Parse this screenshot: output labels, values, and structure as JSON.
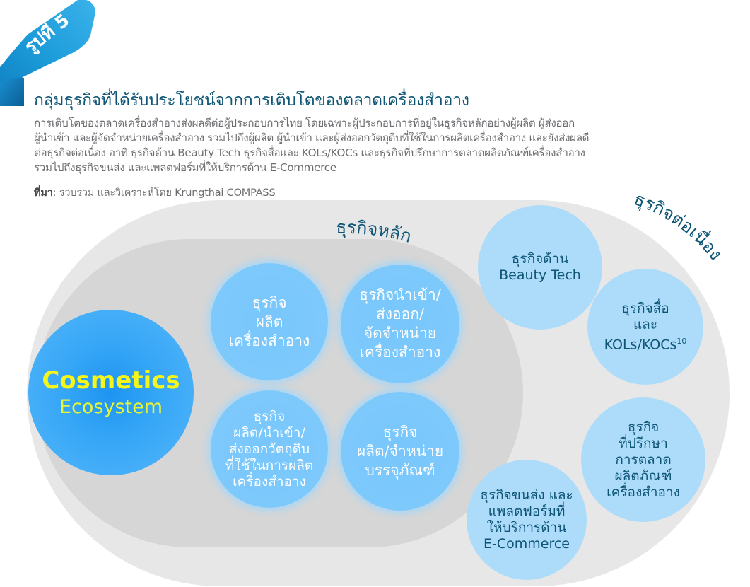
{
  "figure": {
    "label": "รูปที่ 5",
    "title": "กลุ่มธุรกิจที่ได้รับประโยชน์จากการเติบโตของตลาดเครื่องสำอาง",
    "description_lines": [
      "การเติบโตของตลาดเครื่องสำอางส่งผลดีต่อผู้ประกอบการไทย โดยเฉพาะผู้ประกอบการที่อยู่ในธุรกิจหลักอย่างผู้ผลิต ผู้ส่งออก",
      "ผู้นำเข้า และผู้จัดจำหน่ายเครื่องสำอาง รวมไปถึงผู้ผลิต ผู้นำเข้า และผู้ส่งออกวัตถุดิบที่ใช้ในการผลิตเครื่องสำอาง และยังส่งผลดี",
      "ต่อธุรกิจต่อเนื่อง อาทิ ธุรกิจด้าน Beauty Tech ธุรกิจสื่อและ KOLs/KOCs และธุรกิจที่ปรึกษาการตลาดผลิตภัณฑ์เครื่องสำอาง",
      "รวมไปถึงธุรกิจขนส่ง และแพลตฟอร์มที่ให้บริการด้าน E-Commerce"
    ],
    "source_label": "ที่มา",
    "source_text": ": รวบรวม และวิเคราะห์โดย Krungthai COMPASS"
  },
  "diagram": {
    "center": {
      "line1": "Cosmetics",
      "line2": "Ecosystem"
    },
    "core_group_label": "ธุรกิจหลัก",
    "related_group_label": "ธุรกิจต่อเนื่อง",
    "core_businesses": [
      {
        "lines": [
          "ธุรกิจ",
          "ผลิต",
          "เครื่องสำอาง"
        ]
      },
      {
        "lines": [
          "ธุรกิจนำเข้า/",
          "ส่งออก/",
          "จัดจำหน่าย",
          "เครื่องสำอาง"
        ]
      },
      {
        "lines": [
          "ธุรกิจ",
          "ผลิต/นำเข้า/",
          "ส่งออกวัตถุดิบ",
          "ที่ใช้ในการผลิต",
          "เครื่องสำอาง"
        ]
      },
      {
        "lines": [
          "ธุรกิจ",
          "ผลิต/จำหน่าย",
          "บรรจุภัณฑ์"
        ]
      }
    ],
    "related_businesses": [
      {
        "lines": [
          "ธุรกิจด้าน",
          "Beauty Tech"
        ]
      },
      {
        "lines": [
          "ธุรกิจสื่อ",
          "และ",
          "KOLs/KOCs"
        ],
        "footnote": "10"
      },
      {
        "lines": [
          "ธุรกิจ",
          "ที่ปรึกษา",
          "การตลาด",
          "ผลิตภัณฑ์",
          "เครื่องสำอาง"
        ]
      },
      {
        "lines": [
          "ธุรกิจขนส่ง และ",
          "แพลตฟอร์มที่",
          "ให้บริการด้าน",
          "E-Commerce"
        ]
      }
    ],
    "colors": {
      "title": "#0e5576",
      "ribbon": "#1c9ad6",
      "center_circle": "#2aa0f4",
      "center_text": "#f4f51a",
      "core_circle": "#7ec9fc",
      "related_circle": "#addcfb",
      "outer_region": "#e7e7e7",
      "inner_region": "#d6d6d6"
    }
  }
}
